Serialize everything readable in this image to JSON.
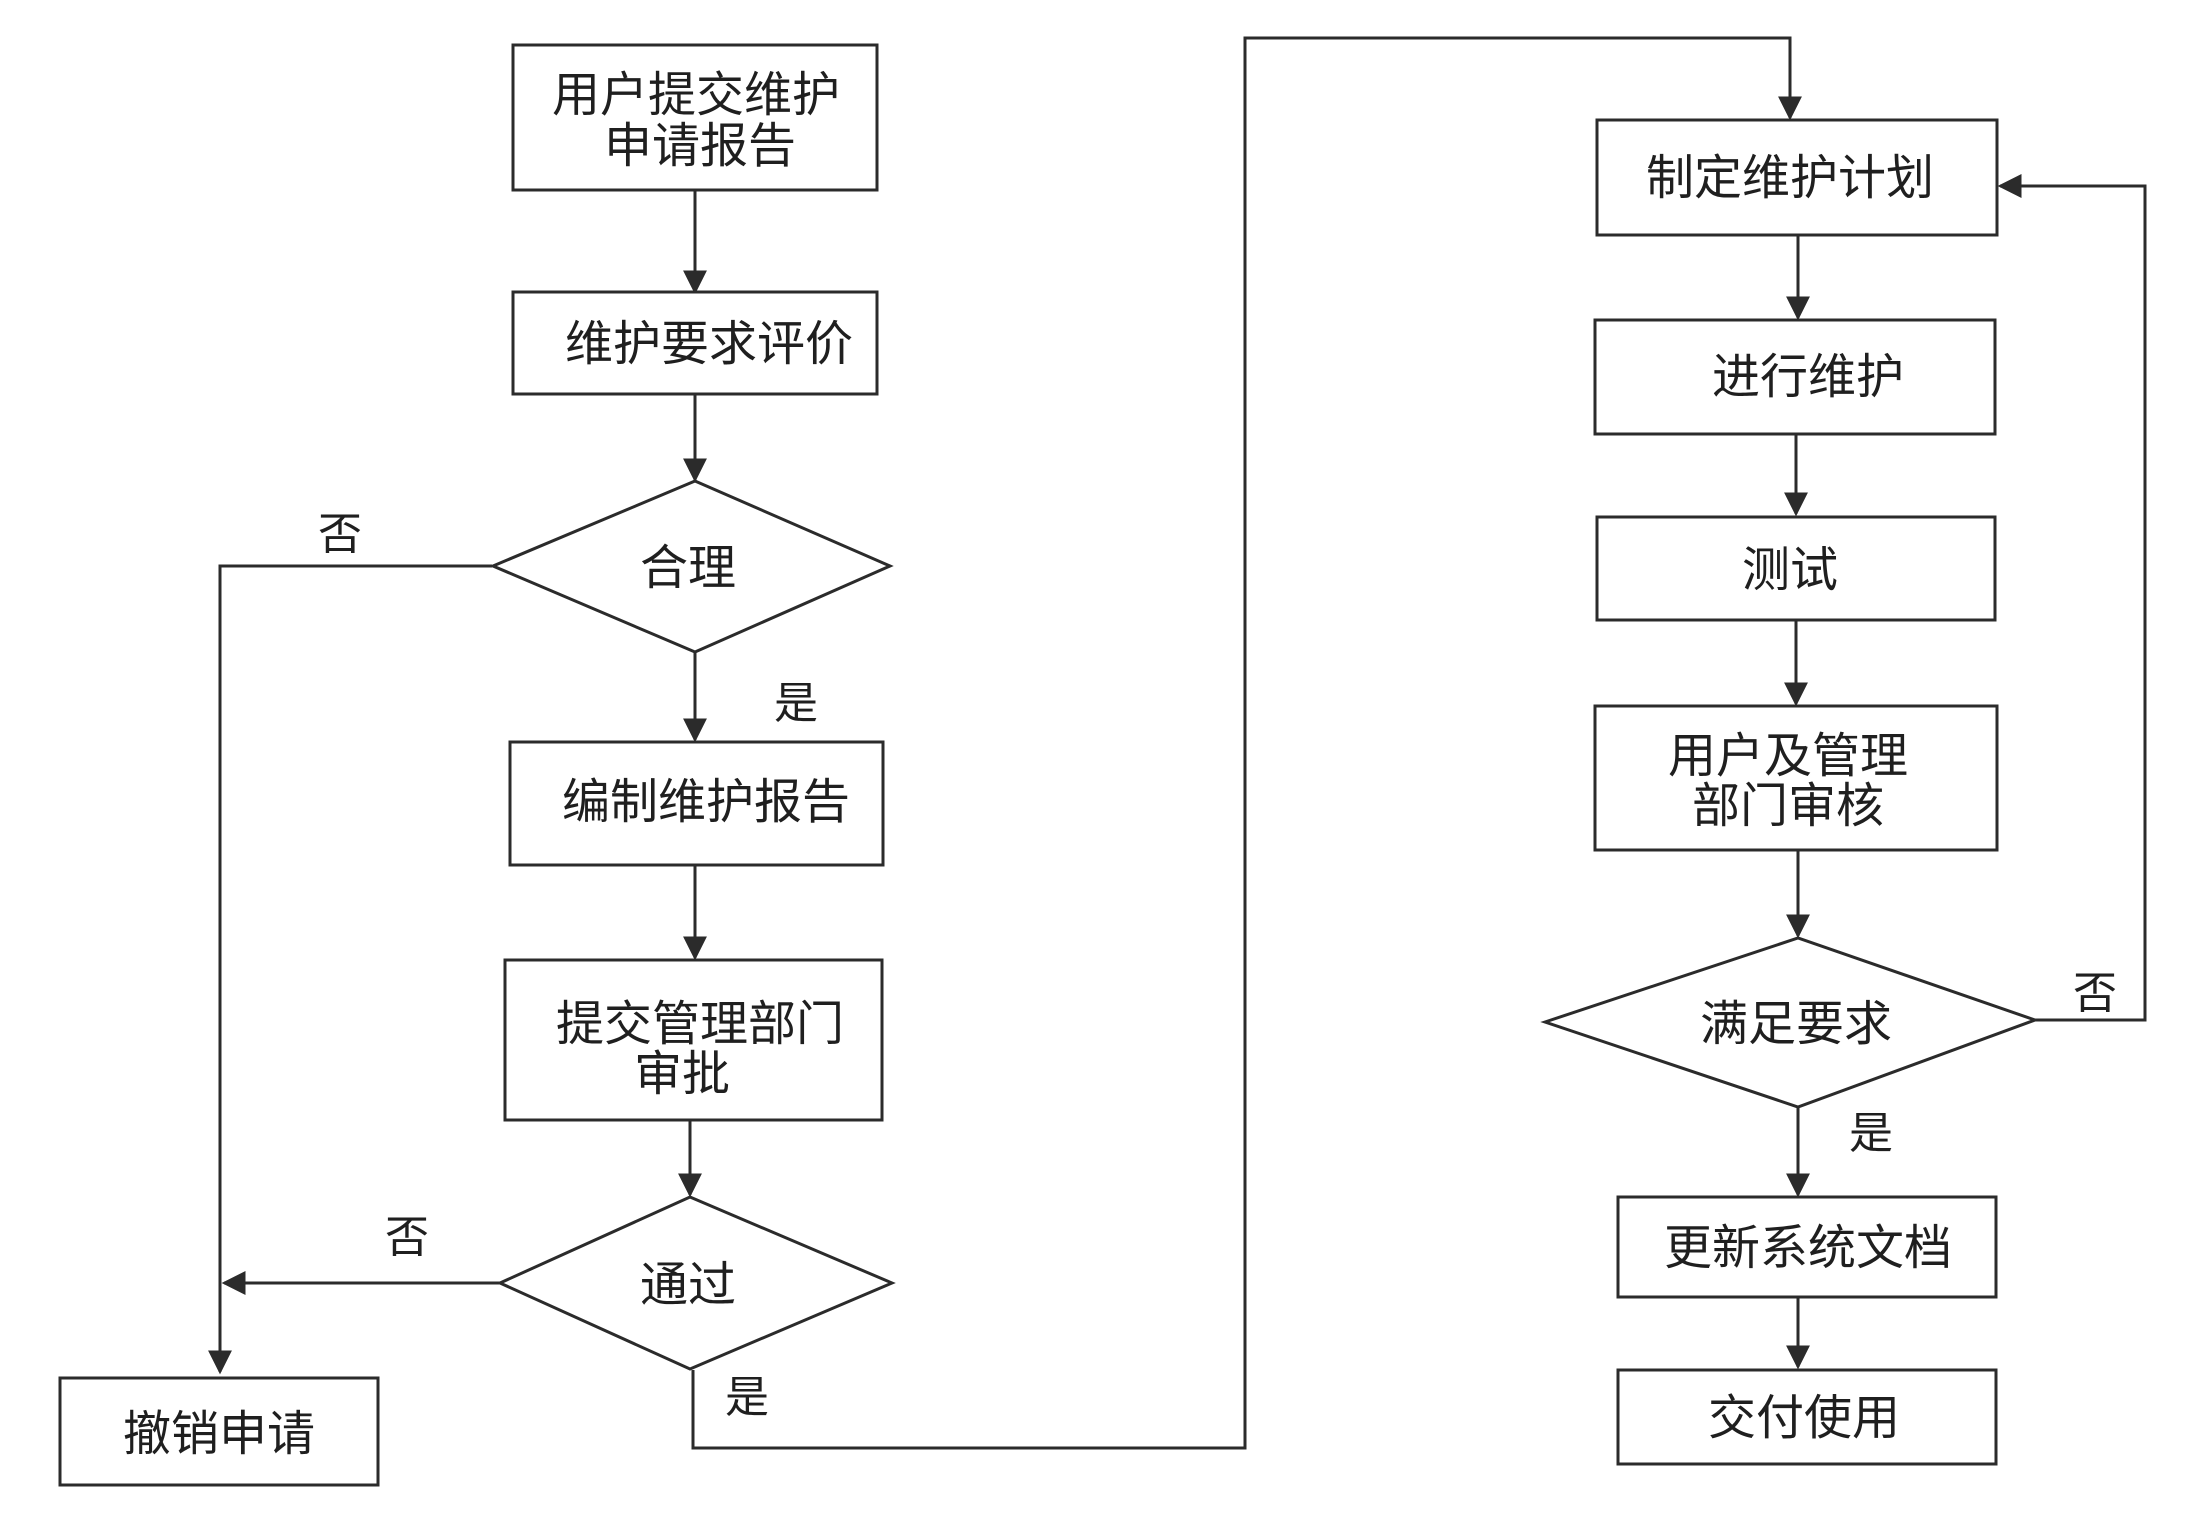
{
  "nodes": {
    "submit_request": [
      "用户提交维护",
      "申请报告"
    ],
    "evaluate": "维护要求评价",
    "reasonable": "合理",
    "compile_report": "编制维护报告",
    "submit_approval": [
      "提交管理部门",
      "审批"
    ],
    "pass": "通过",
    "cancel": "撤销申请",
    "make_plan": "制定维护计划",
    "perform": "进行维护",
    "test": "测试",
    "review": [
      "用户及管理",
      "部门审核"
    ],
    "meets": "满足要求",
    "update_docs": "更新系统文档",
    "deliver": "交付使用"
  },
  "branch_labels": {
    "reasonable_no": "否",
    "reasonable_yes": "是",
    "pass_no": "否",
    "pass_yes": "是",
    "meets_no": "否",
    "meets_yes": "是"
  },
  "colors": {
    "stroke": "#2b2b2b",
    "text": "#1f1f1f",
    "background": "#ffffff"
  }
}
